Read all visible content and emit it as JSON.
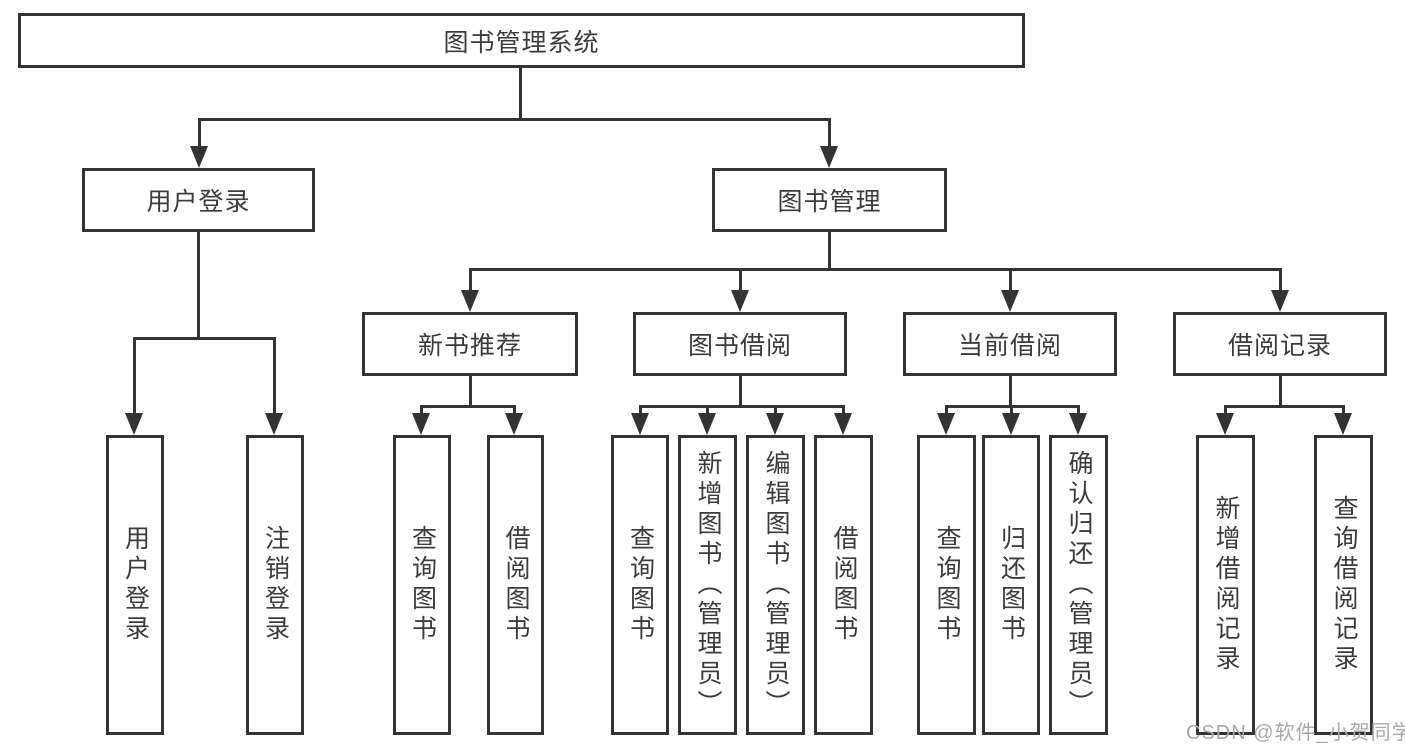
{
  "tree": {
    "label": "图书管理系统",
    "children": [
      {
        "label": "用户登录",
        "children": [
          {
            "label": "用户登录"
          },
          {
            "label": "注销登录"
          }
        ]
      },
      {
        "label": "图书管理",
        "children": [
          {
            "label": "新书推荐",
            "children": [
              {
                "label": "查询图书"
              },
              {
                "label": "借阅图书"
              }
            ]
          },
          {
            "label": "图书借阅",
            "children": [
              {
                "label": "查询图书"
              },
              {
                "label": "新增图书（管理员）"
              },
              {
                "label": "编辑图书（管理员）"
              },
              {
                "label": "借阅图书"
              }
            ]
          },
          {
            "label": "当前借阅",
            "children": [
              {
                "label": "查询图书"
              },
              {
                "label": "归还图书"
              },
              {
                "label": "确认归还（管理员）"
              }
            ]
          },
          {
            "label": "借阅记录",
            "children": [
              {
                "label": "新增借阅记录"
              },
              {
                "label": "查询借阅记录"
              }
            ]
          }
        ]
      }
    ]
  },
  "watermark": {
    "text": "CSDN @软件_小贺同学"
  },
  "colors": {
    "line": "#333333",
    "text": "#3c3c3c",
    "watermark": "#a9a9a9",
    "background": "#ffffff"
  }
}
